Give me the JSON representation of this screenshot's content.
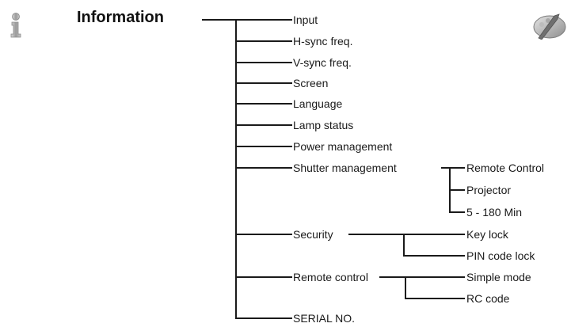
{
  "diagram": {
    "title": "Information",
    "icons": [
      "info-icon",
      "palette-brush-icon"
    ],
    "items": [
      "Input",
      "H-sync freq.",
      "V-sync freq.",
      "Screen",
      "Language",
      "Lamp status",
      "Power management",
      "Shutter management",
      "Security",
      "Remote control",
      "SERIAL NO."
    ],
    "shutter_children": [
      "Remote Control",
      "Projector",
      "5 - 180 Min"
    ],
    "security_children": [
      "Key lock",
      "PIN code lock"
    ],
    "remote_children": [
      "Simple mode",
      "RC code"
    ]
  }
}
